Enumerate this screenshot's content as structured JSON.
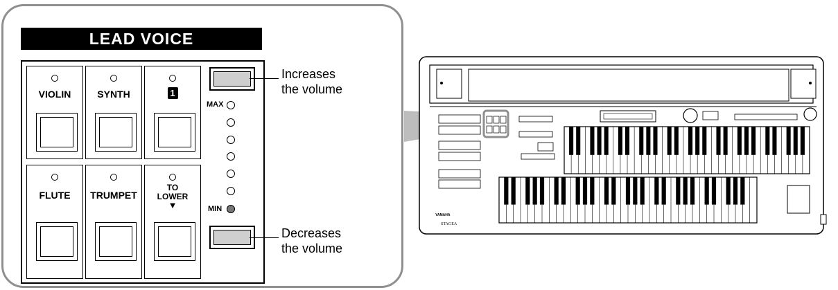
{
  "panel": {
    "title": "LEAD VOICE",
    "voices_top": [
      {
        "label": "VIOLIN"
      },
      {
        "label": "SYNTH"
      },
      {
        "label": "1"
      }
    ],
    "voices_bottom": [
      {
        "label": "FLUTE"
      },
      {
        "label": "TRUMPET"
      },
      {
        "label_line1": "TO",
        "label_line2": "LOWER",
        "arrow": "▼"
      }
    ],
    "volume": {
      "max_label": "MAX",
      "min_label": "MIN",
      "led_count": 7,
      "active_led": "MIN"
    }
  },
  "annotations": {
    "increase": {
      "line1": "Increases",
      "line2": "the volume"
    },
    "decrease": {
      "line1": "Decreases",
      "line2": "the volume"
    }
  },
  "organ": {
    "brand": "YAMAHA",
    "model": "STAGEA"
  }
}
